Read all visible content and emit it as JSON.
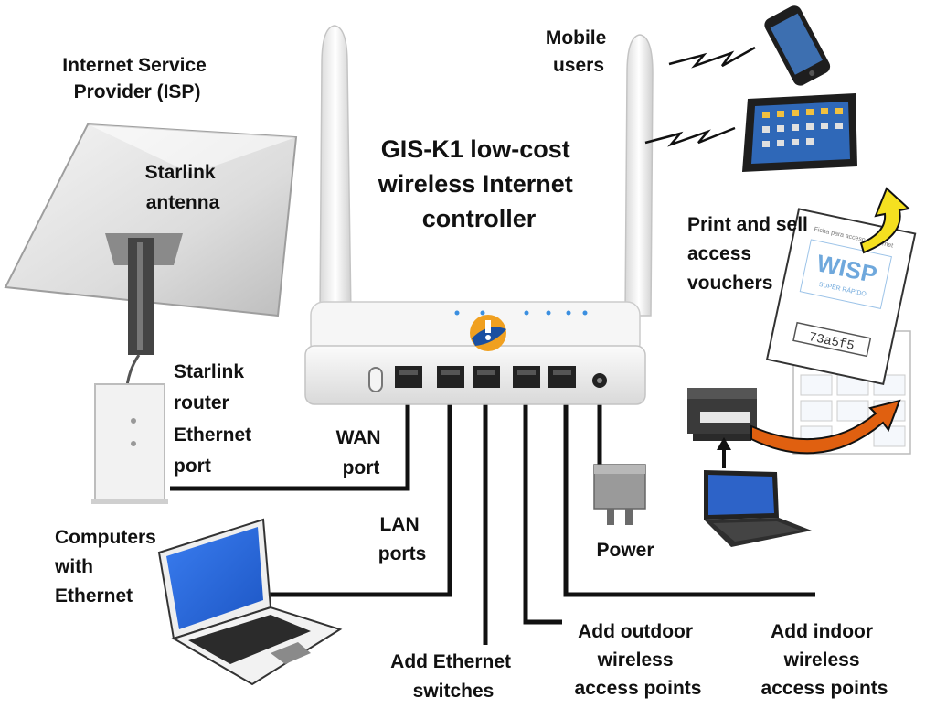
{
  "labels": {
    "isp": [
      "Internet Service",
      "Provider (ISP)"
    ],
    "title": [
      "GIS-K1 low-cost",
      "wireless Internet",
      "controller"
    ],
    "mobile": [
      "Mobile",
      "users"
    ],
    "antenna": [
      "Starlink",
      "antenna"
    ],
    "starlink_router": [
      "Starlink",
      "router",
      "Ethernet",
      "port"
    ],
    "wan": [
      "WAN",
      "port"
    ],
    "lan": [
      "LAN",
      "ports"
    ],
    "power": [
      "Power"
    ],
    "computers": [
      "Computers",
      "with",
      "Ethernet"
    ],
    "vouchers": [
      "Print and sell",
      "access",
      "vouchers"
    ],
    "switches": [
      "Add Ethernet",
      "switches"
    ],
    "outdoor": [
      "Add outdoor",
      "wireless",
      "access points"
    ],
    "indoor": [
      "Add indoor",
      "wireless",
      "access points"
    ]
  },
  "voucher": {
    "heading": "Ficha para acceso a internet",
    "brand": "WISP",
    "sub": "SUPER RÁPIDO",
    "code": "73a5f5"
  },
  "colors": {
    "line": "#111111",
    "logo_orange": "#f0a020",
    "logo_blue": "#1a4fa0",
    "arrow_orange": "#e06010",
    "arrow_yellow": "#f5e020",
    "laptop_screen": "#2a6de0"
  }
}
